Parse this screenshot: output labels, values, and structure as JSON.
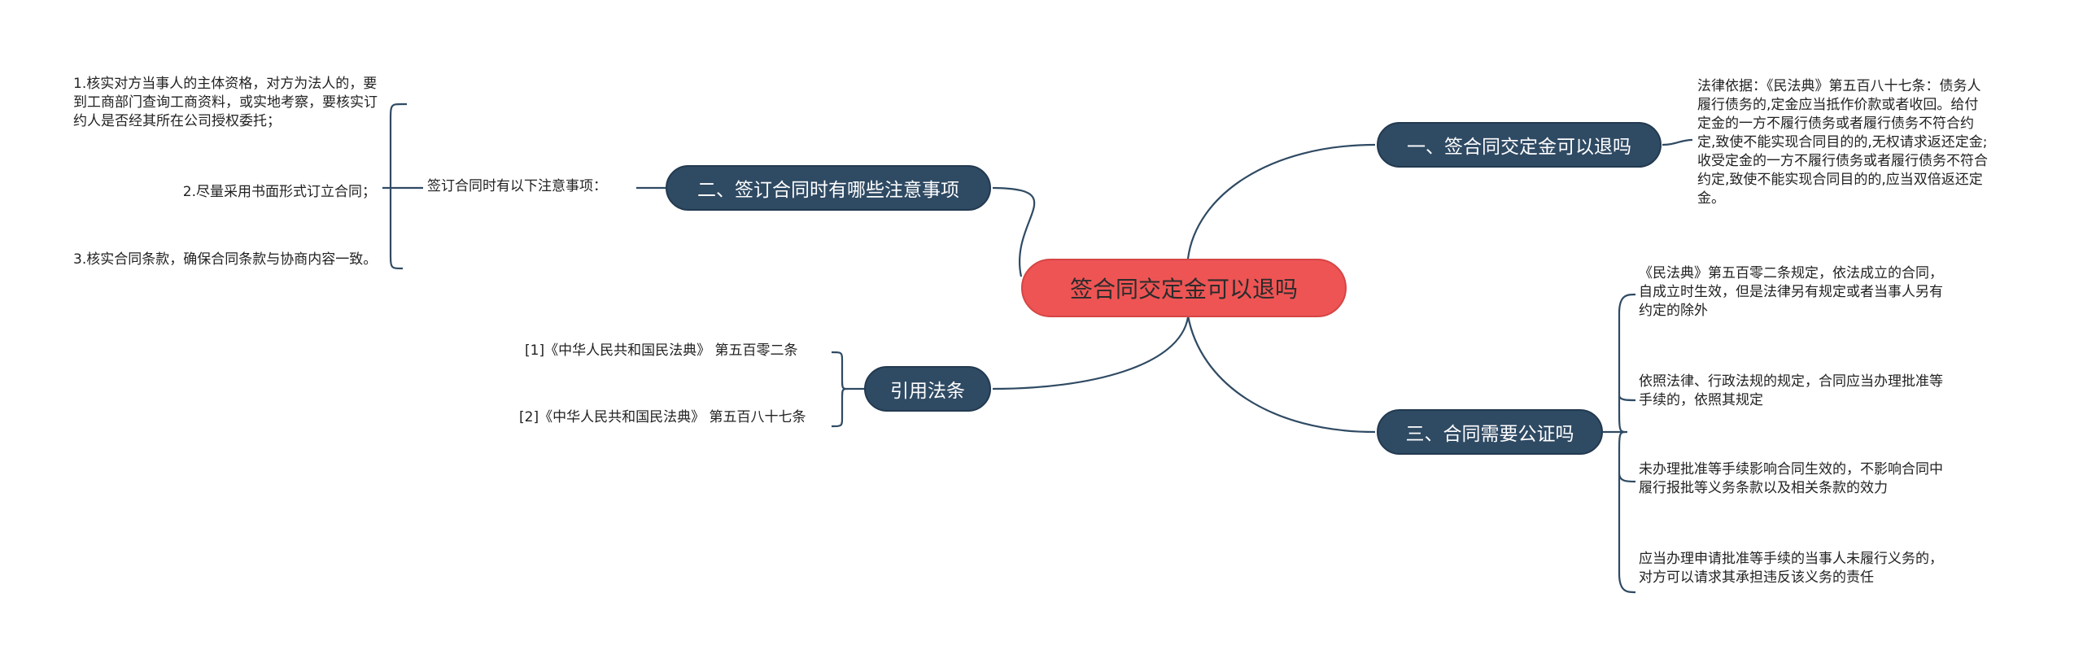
{
  "root": "签合同交定金可以退吗",
  "branches": {
    "b1": {
      "title": "一、签合同交定金可以退吗",
      "detail": "法律依据：《民法典》第五百八十七条：债务人履行债务的,定金应当抵作价款或者收回。给付定金的一方不履行债务或者履行债务不符合约定,致使不能实现合同目的的,无权请求返还定金;收受定金的一方不履行债务或者履行债务不符合约定,致使不能实现合同目的的,应当双倍返还定金。"
    },
    "b2": {
      "title": "二、签订合同时有哪些注意事项",
      "sub": "签订合同时有以下注意事项：",
      "items": [
        "1.核实对方当事人的主体资格，对方为法人的，要到工商部门查询工商资料，或实地考察，要核实订约人是否经其所在公司授权委托；",
        "2.尽量采用书面形式订立合同；",
        "3.核实合同条款，确保合同条款与协商内容一致。"
      ]
    },
    "b3": {
      "title": "三、合同需要公证吗",
      "items": [
        "《民法典》第五百零二条规定，依法成立的合同，自成立时生效，但是法律另有规定或者当事人另有约定的除外",
        "依照法律、行政法规的规定，合同应当办理批准等手续的，依照其规定",
        "未办理批准等手续影响合同生效的，不影响合同中履行报批等义务条款以及相关条款的效力",
        "应当办理申请批准等手续的当事人未履行义务的，对方可以请求其承担违反该义务的责任"
      ]
    },
    "b4": {
      "title": "引用法条",
      "items": [
        "[1]《中华人民共和国民法典》 第五百零二条",
        "[2]《中华人民共和国民法典》 第五百八十七条"
      ]
    }
  },
  "colors": {
    "root_fill": "#ee5454",
    "branch_fill": "#2f4a63",
    "line": "#2f4a63"
  }
}
